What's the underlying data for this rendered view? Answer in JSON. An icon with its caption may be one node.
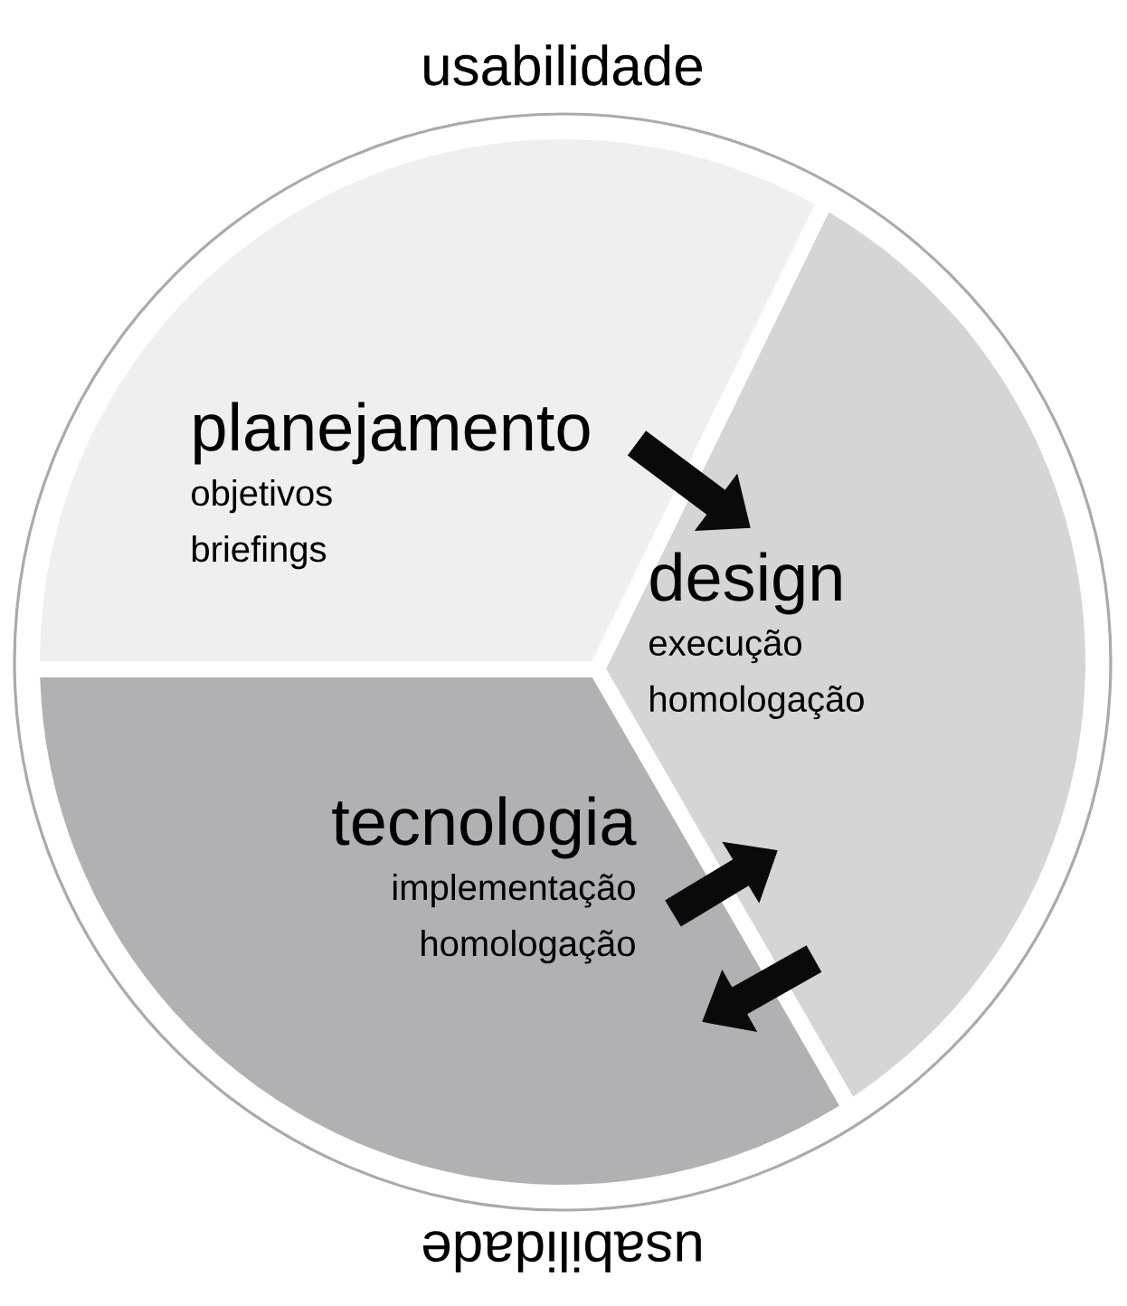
{
  "diagram": {
    "nodes": [
      {
        "text": [
          "planejamento",
          "objetivos briefings"
        ]
      },
      {
        "text": [
          "design",
          "execução homologação"
        ]
      },
      {
        "text": [
          "tecnologia",
          "implementação homologação"
        ]
      }
    ],
    "edges": [
      {
        "from": 0,
        "to": 1,
        "arrow": "to"
      },
      {
        "from": 1,
        "to": 2,
        "arrow": "to"
      },
      {
        "from": 2,
        "to": 1,
        "arrow": "to"
      }
    ],
    "labels": [
      "usabilidade",
      "usabilidade"
    ]
  }
}
